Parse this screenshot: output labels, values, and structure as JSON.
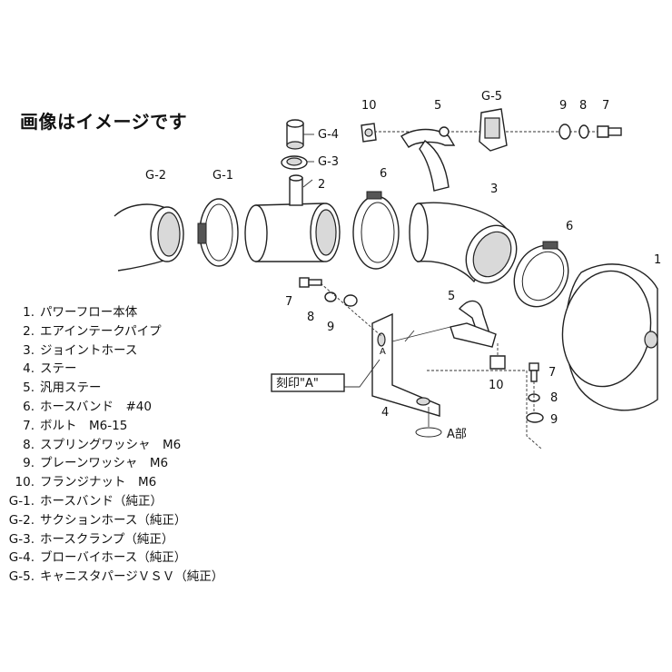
{
  "title": "画像はイメージです",
  "callouts": {
    "c10_top": "10",
    "c5_top": "5",
    "c_g5": "G-5",
    "c9_top": "9",
    "c8_top": "8",
    "c7_top": "7",
    "c_g4": "G-4",
    "c_g3": "G-3",
    "c_g2": "G-2",
    "c_g1": "G-1",
    "c2": "2",
    "c6_left": "6",
    "c3": "3",
    "c6_right": "6",
    "c1": "1",
    "c7_left": "7",
    "c8_left": "8",
    "c9_left": "9",
    "c5_mid": "5",
    "c10_mid": "10",
    "c7_right": "7",
    "c8_right": "8",
    "c9_right": "9",
    "c4": "4",
    "stamp_label": "刻印\"A\"",
    "detail_label": "A部",
    "bracket_mark": "A"
  },
  "legend": [
    {
      "num": "1.",
      "text": "パワーフロー本体"
    },
    {
      "num": "2.",
      "text": "エアインテークパイプ"
    },
    {
      "num": "3.",
      "text": "ジョイントホース"
    },
    {
      "num": "4.",
      "text": "ステー"
    },
    {
      "num": "5.",
      "text": "汎用ステー"
    },
    {
      "num": "6.",
      "text": "ホースバンド　#40"
    },
    {
      "num": "7.",
      "text": "ボルト　M6-15"
    },
    {
      "num": "8.",
      "text": "スプリングワッシャ　M6"
    },
    {
      "num": "9.",
      "text": "プレーンワッシャ　M6"
    },
    {
      "num": "10.",
      "text": "フランジナット　M6"
    },
    {
      "num": "G-1.",
      "text": "ホースバンド（純正）"
    },
    {
      "num": "G-2.",
      "text": "サクションホース（純正）"
    },
    {
      "num": "G-3.",
      "text": "ホースクランプ（純正）"
    },
    {
      "num": "G-4.",
      "text": "ブローバイホース（純正）"
    },
    {
      "num": "G-5.",
      "text": "キャニスタパージＶＳＶ（純正）"
    }
  ]
}
